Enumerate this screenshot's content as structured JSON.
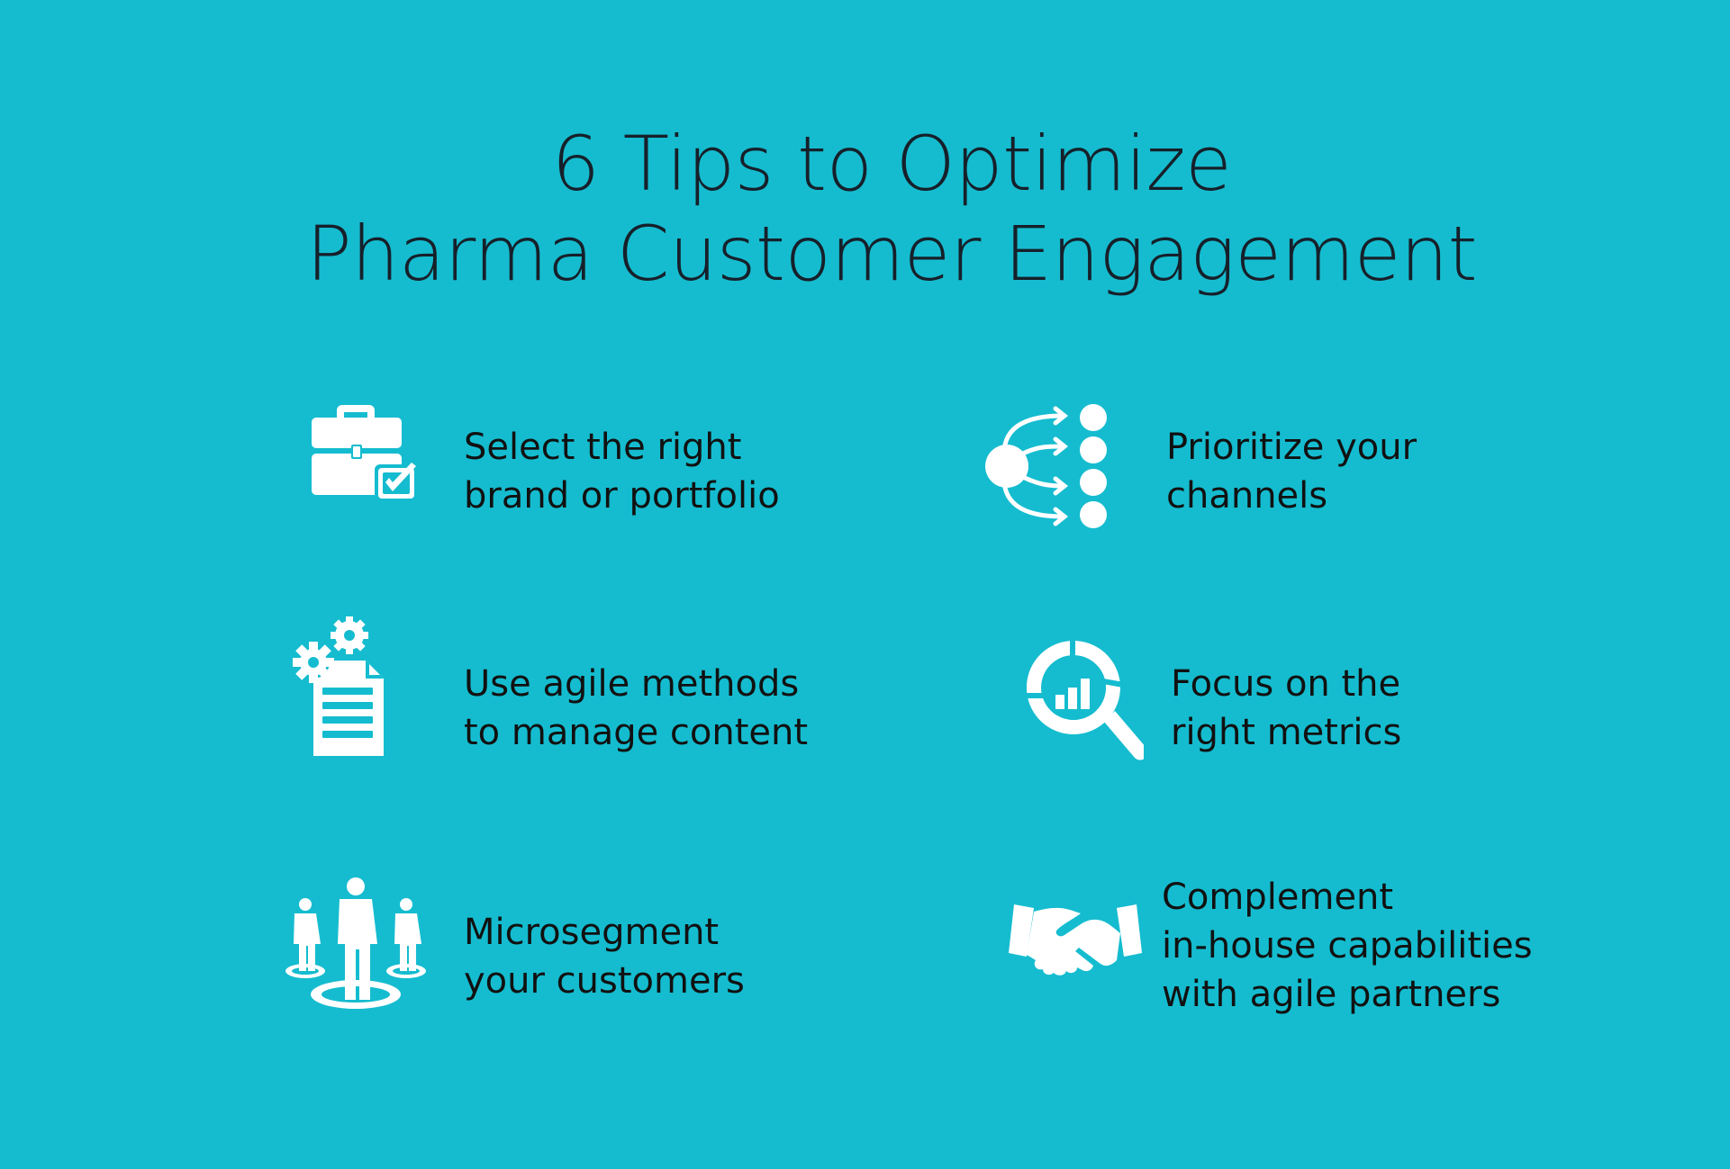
{
  "title": {
    "line1": "6 Tips to Optimize",
    "line2": "Pharma Customer Engagement"
  },
  "colors": {
    "background": "#15bccf",
    "text": "#111111",
    "icon": "#ffffff"
  },
  "tips": [
    {
      "icon": "briefcase-check-icon",
      "lines": [
        "Select the right",
        "brand or portfolio"
      ]
    },
    {
      "icon": "channel-prioritize-icon",
      "lines": [
        "Prioritize your",
        "channels"
      ]
    },
    {
      "icon": "gears-document-icon",
      "lines": [
        "Use agile methods",
        "to manage content"
      ]
    },
    {
      "icon": "magnifier-metrics-icon",
      "lines": [
        "Focus on the",
        "right metrics"
      ]
    },
    {
      "icon": "people-segment-icon",
      "lines": [
        "Microsegment",
        "your customers"
      ]
    },
    {
      "icon": "handshake-icon",
      "lines": [
        "Complement",
        "in-house capabilities",
        "with agile partners"
      ]
    }
  ]
}
